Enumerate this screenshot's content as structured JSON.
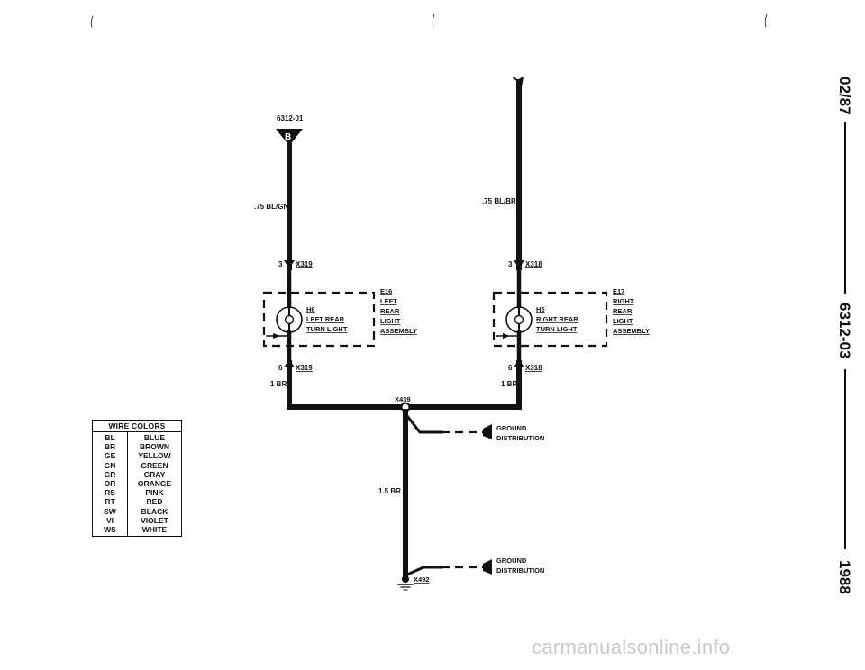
{
  "connector_top": "6312-01",
  "connector_letter": "B",
  "wire_left": ".75 BL/GN",
  "wire_right": ".75 BL/BR",
  "left": {
    "pin_in": "3",
    "conn_in": "X319",
    "pin_out": "6",
    "conn_out": "X319",
    "wire_out": "1 BR",
    "bulb_id": "H6",
    "bulb_line1": "LEFT REAR",
    "bulb_line2": "TURN LIGHT",
    "assy_id": "E16",
    "assy_line1": "LEFT",
    "assy_line2": "REAR",
    "assy_line3": "LIGHT",
    "assy_line4": "ASSEMBLY"
  },
  "right": {
    "pin_in": "3",
    "conn_in": "X318",
    "pin_out": "6",
    "conn_out": "X318",
    "wire_out": "1 BR",
    "bulb_id": "H5",
    "bulb_line1": "RIGHT REAR",
    "bulb_line2": "TURN LIGHT",
    "assy_id": "E17",
    "assy_line1": "RIGHT",
    "assy_line2": "REAR",
    "assy_line3": "LIGHT",
    "assy_line4": "ASSEMBLY"
  },
  "splice": "X439",
  "ground_wire": "1.5 BR",
  "ground_point": "X492",
  "ground_dist_1": {
    "line1": "GROUND",
    "line2": "DISTRIBUTION"
  },
  "ground_dist_2": {
    "line1": "GROUND",
    "line2": "DISTRIBUTION"
  },
  "wire_colors": {
    "header": "WIRE COLORS",
    "rows": [
      {
        "code": "BL",
        "name": "BLUE"
      },
      {
        "code": "BR",
        "name": "BROWN"
      },
      {
        "code": "GE",
        "name": "YELLOW"
      },
      {
        "code": "GN",
        "name": "GREEN"
      },
      {
        "code": "GR",
        "name": "GRAY"
      },
      {
        "code": "OR",
        "name": "ORANGE"
      },
      {
        "code": "RS",
        "name": "PINK"
      },
      {
        "code": "RT",
        "name": "RED"
      },
      {
        "code": "SW",
        "name": "BLACK"
      },
      {
        "code": "VI",
        "name": "VIOLET"
      },
      {
        "code": "WS",
        "name": "WHITE"
      }
    ]
  },
  "margin": {
    "date": "02/87",
    "page": "6312-03",
    "year": "1988"
  },
  "watermark": "carmanualsonline.info"
}
